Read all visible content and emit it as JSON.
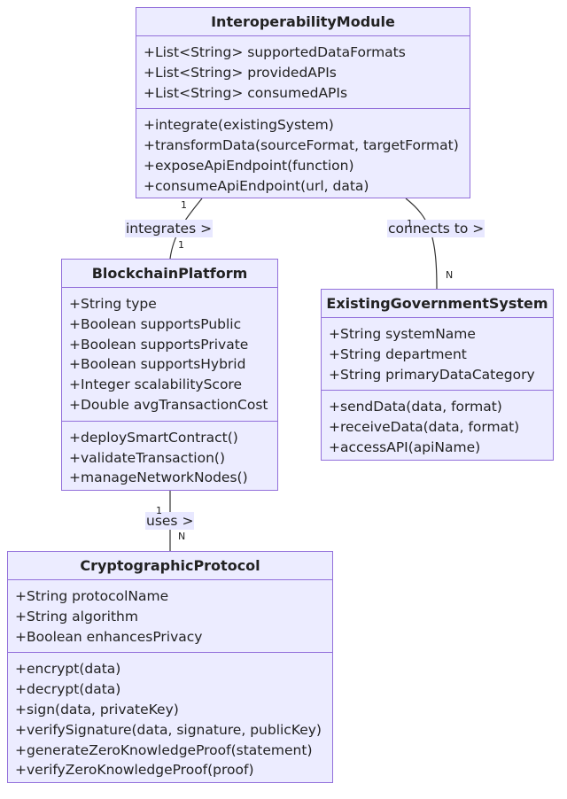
{
  "classes": [
    {
      "id": "interop",
      "name": "InteroperabilityModule",
      "attributes": [
        "+List<String> supportedDataFormats",
        "+List<String> providedAPIs",
        "+List<String> consumedAPIs"
      ],
      "methods": [
        "+integrate(existingSystem)",
        "+transformData(sourceFormat, targetFormat)",
        "+exposeApiEndpoint(function)",
        "+consumeApiEndpoint(url, data)"
      ]
    },
    {
      "id": "blockchain",
      "name": "BlockchainPlatform",
      "attributes": [
        "+String type",
        "+Boolean supportsPublic",
        "+Boolean supportsPrivate",
        "+Boolean supportsHybrid",
        "+Integer scalabilityScore",
        "+Double avgTransactionCost"
      ],
      "methods": [
        "+deploySmartContract()",
        "+validateTransaction()",
        "+manageNetworkNodes()"
      ]
    },
    {
      "id": "existing",
      "name": "ExistingGovernmentSystem",
      "attributes": [
        "+String systemName",
        "+String department",
        "+String primaryDataCategory"
      ],
      "methods": [
        "+sendData(data, format)",
        "+receiveData(data, format)",
        "+accessAPI(apiName)"
      ]
    },
    {
      "id": "crypto",
      "name": "CryptographicProtocol",
      "attributes": [
        "+String protocolName",
        "+String algorithm",
        "+Boolean enhancesPrivacy"
      ],
      "methods": [
        "+encrypt(data)",
        "+decrypt(data)",
        "+sign(data, privateKey)",
        "+verifySignature(data, signature, publicKey)",
        "+generateZeroKnowledgeProof(statement)",
        "+verifyZeroKnowledgeProof(proof)"
      ]
    }
  ],
  "relations": [
    {
      "id": "integrates",
      "label": "integrates >",
      "from_card": "1",
      "to_card": "1"
    },
    {
      "id": "connects",
      "label": "connects to >",
      "from_card": "1",
      "to_card": "N"
    },
    {
      "id": "uses",
      "label": "uses >",
      "from_card": "1",
      "to_card": "N"
    }
  ],
  "colors": {
    "box_fill": "#ECECFF",
    "box_border": "#9370DB",
    "edge": "#333333",
    "label_bg": "#E8E8FF"
  }
}
